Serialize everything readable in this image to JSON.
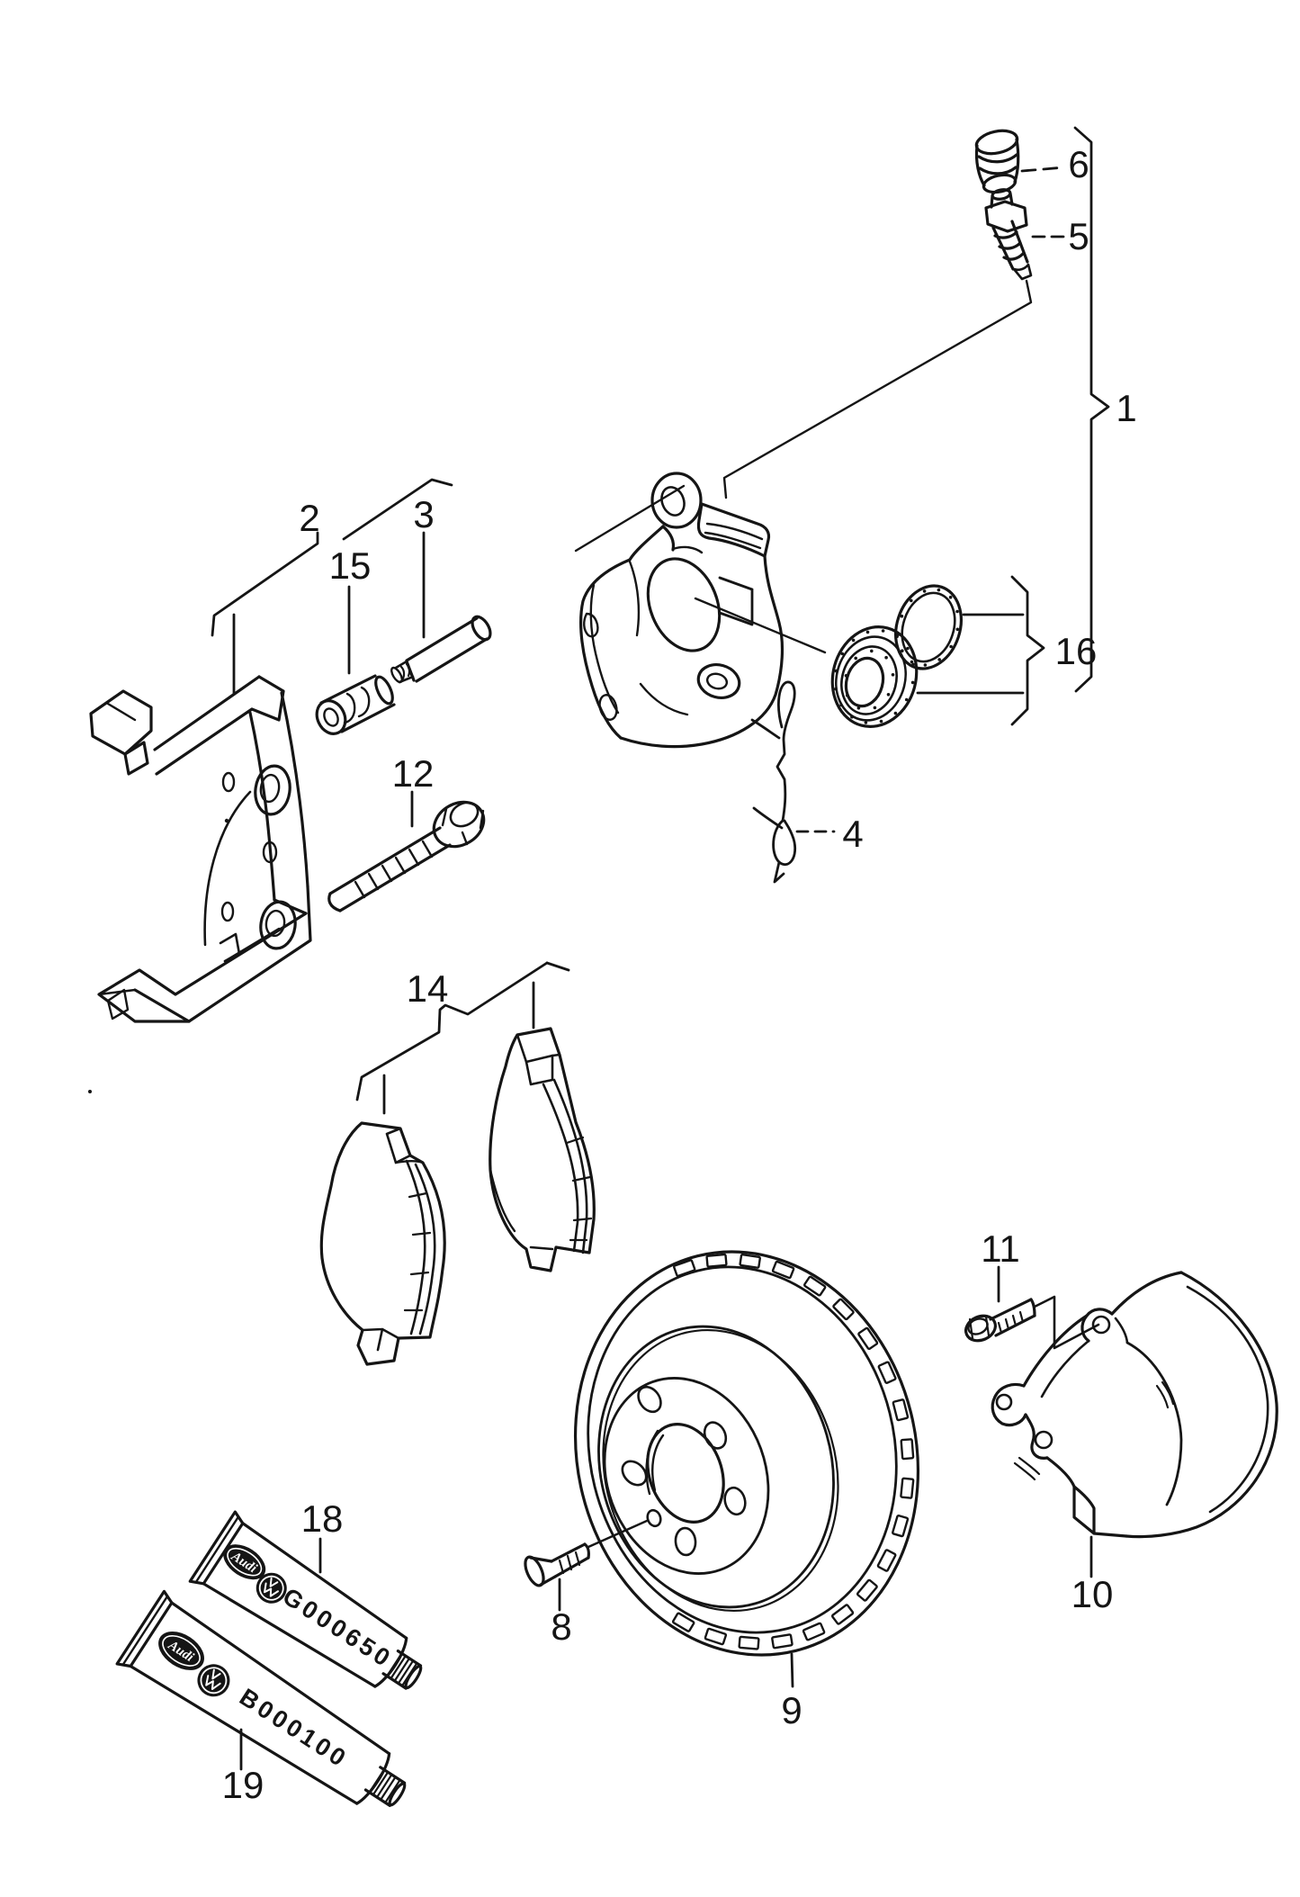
{
  "diagram": {
    "kind": "exploded-parts-diagram",
    "subject": "front disc brake with caliper, carrier, pads, disc and splash shield"
  },
  "parts": {
    "caliper_assembly_bracket": {
      "label": "1"
    },
    "caliper_carrier": {
      "label": "2"
    },
    "guide_pin": {
      "label": "3"
    },
    "retaining_spring": {
      "label": "4"
    },
    "bleeder_valve": {
      "label": "5"
    },
    "dust_cap": {
      "label": "6"
    },
    "disc_screw": {
      "label": "8"
    },
    "brake_disc": {
      "label": "9"
    },
    "splash_shield": {
      "label": "10"
    },
    "shield_bolt": {
      "label": "11"
    },
    "carrier_bolt": {
      "label": "12"
    },
    "brake_pads": {
      "label": "14"
    },
    "guide_bushing": {
      "label": "15"
    },
    "seal_repair_kit": {
      "label": "16"
    },
    "grease_tube": {
      "label": "18",
      "code": "G000650"
    },
    "paste_tube": {
      "label": "19",
      "code": "B000100"
    }
  },
  "logos": {
    "audi": "Audi"
  },
  "icons": {
    "vw_logo": "vw-roundel-icon",
    "audi_logo": "audi-oval-logo"
  },
  "colors": {
    "ink": "#151515",
    "paper": "#ffffff"
  }
}
